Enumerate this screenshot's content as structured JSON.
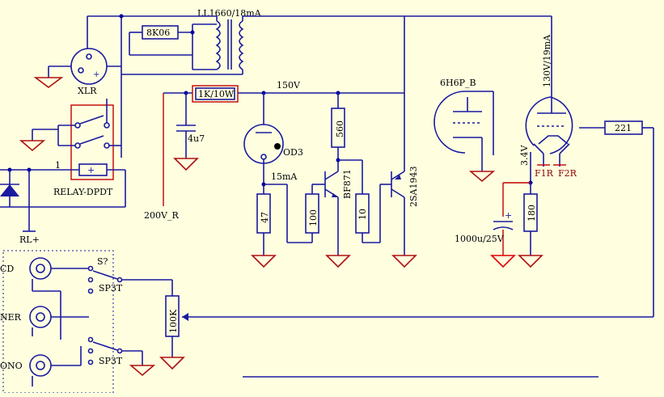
{
  "labels": {
    "transformer": "LL1660/18mA",
    "r_8k06": "8K06",
    "xlr": "XLR",
    "r_1k10w": "1K/10W",
    "v150": "150V",
    "c_4u7": "4u7",
    "r_560": "560",
    "od3": "OD3",
    "i_15ma": "15mA",
    "bf871": "BF871",
    "sa1943": "2SA1943",
    "r_47": "47",
    "r_100": "100",
    "r_10": "10",
    "v200r": "200V_R",
    "relay": "RELAY-DPDT",
    "relay_pin": "1",
    "rlplus": "RL+",
    "tube1": "6H6P_B",
    "v130": "130V/19mA",
    "r_221": "221",
    "v34": "3.4V",
    "f1r": "F1R",
    "f2r": "F2R",
    "r_180": "180",
    "c_1000u": "1000u/25V",
    "cplus": "+",
    "pot": "100K",
    "sw1": "S?",
    "sw1b": "SP3T",
    "sw2": "SP3T",
    "in_cd": "CD",
    "in_tuner": "NER",
    "in_phono": "ONO"
  }
}
